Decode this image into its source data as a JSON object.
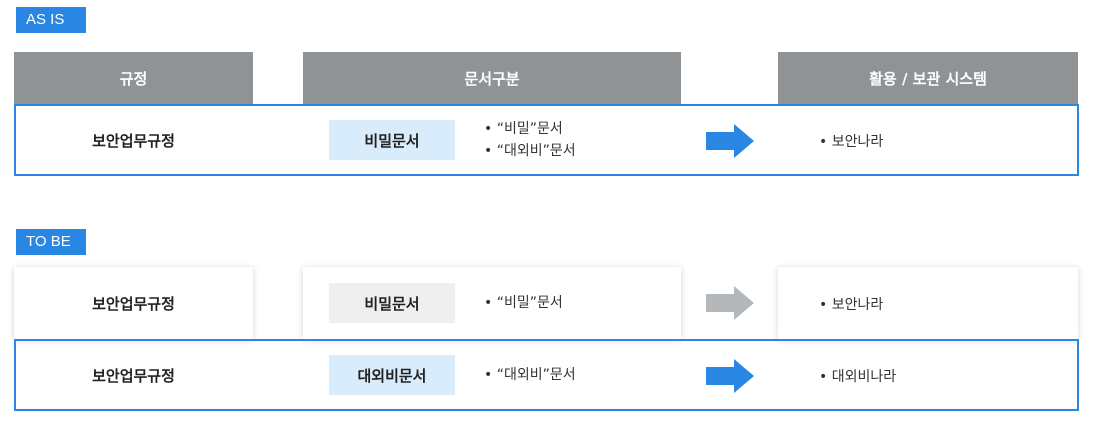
{
  "asis": {
    "tag": "AS IS",
    "headers": {
      "rule": "규정",
      "category": "문서구분",
      "system": "활용 / 보관 시스템"
    },
    "row": {
      "rule": "보안업무규정",
      "doc_type": "비밀문서",
      "docs": [
        "“비밀”문서",
        "“대외비”문서"
      ],
      "system": "보안나라"
    }
  },
  "tobe": {
    "tag": "TO BE",
    "rows": [
      {
        "rule": "보안업무규정",
        "doc_type": "비밀문서",
        "doc": "“비밀”문서",
        "system": "보안나라"
      },
      {
        "rule": "보안업무규정",
        "doc_type": "대외비문서",
        "doc": "“대외비”문서",
        "system": "대외비나라"
      }
    ]
  },
  "colors": {
    "accent": "#2a86e3",
    "header_gray": "#8f9396",
    "badge_blue": "#d9ecfb",
    "badge_gray": "#efefef",
    "arrow_gray": "#b5b8ba"
  }
}
